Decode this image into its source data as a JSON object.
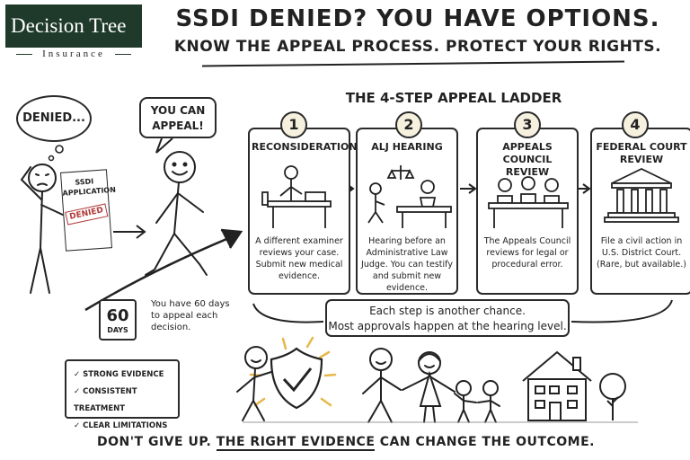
{
  "logo": {
    "brand": "Decision Tree",
    "sub": "Insurance"
  },
  "header": {
    "title": "SSDI DENIED? YOU HAVE OPTIONS.",
    "subtitle": "KNOW THE APPEAL PROCESS. PROTECT YOUR RIGHTS."
  },
  "left": {
    "denied_bubble": "DENIED...",
    "appeal_bubble_1": "YOU CAN",
    "appeal_bubble_2": "APPEAL!",
    "paper_line1": "SSDI",
    "paper_line2": "APPLICATION",
    "stamp": "DENIED",
    "calendar_number": "60",
    "calendar_unit": "DAYS",
    "deadline_text": "You have 60 days to appeal each decision."
  },
  "ladder": {
    "title": "THE 4-STEP APPEAL LADDER",
    "steps": [
      {
        "number": "1",
        "heading": "RECONSIDERATION",
        "text": "A different examiner reviews your case. Submit new medical evidence."
      },
      {
        "number": "2",
        "heading": "ALJ HEARING",
        "text": "Hearing before an Administrative Law Judge. You can testify and submit new evidence."
      },
      {
        "number": "3",
        "heading": "APPEALS COUNCIL REVIEW",
        "text": "The Appeals Council reviews for legal or procedural error."
      },
      {
        "number": "4",
        "heading": "FEDERAL COURT REVIEW",
        "text": "File a civil action in U.S. District Court. (Rare, but available.)"
      }
    ],
    "summary_1": "Each step is another chance.",
    "summary_2": "Most approvals happen at the hearing level."
  },
  "checklist": [
    "STRONG EVIDENCE",
    "CONSISTENT TREATMENT",
    "CLEAR LIMITATIONS"
  ],
  "footer": {
    "before": "DON'T GIVE UP. ",
    "highlight": "THE RIGHT EVIDENCE",
    "after": " CAN CHANGE THE OUTCOME."
  },
  "colors": {
    "ink": "#222222",
    "logo_bg": "#1f3a2b",
    "badge_fill": "#f6f0df",
    "stamp": "#b23a3a",
    "rays": "#e6b84a"
  }
}
